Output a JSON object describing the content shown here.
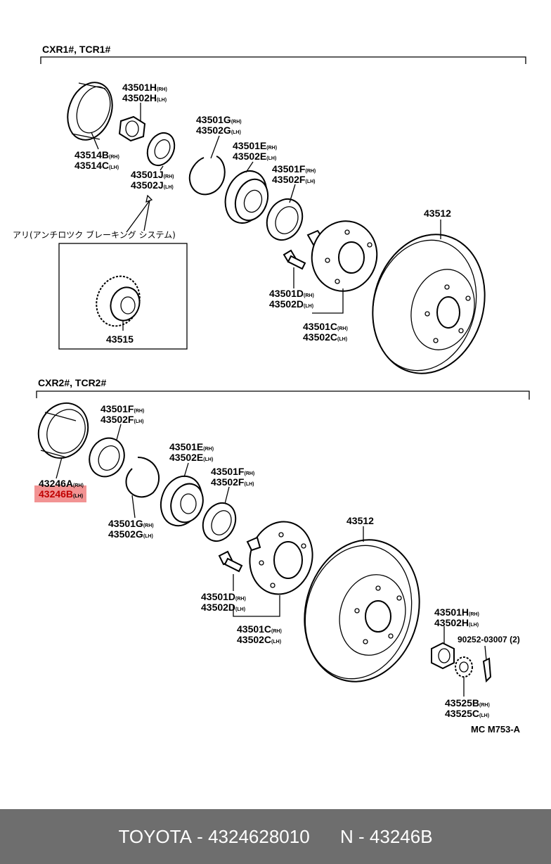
{
  "sections": [
    {
      "heading": "CXR1#, TCR1#"
    },
    {
      "heading": "CXR2#, TCR2#"
    }
  ],
  "callouts": {
    "s1_cap": {
      "line1": "43501H",
      "side1": "(RH)",
      "line2": "43502H",
      "side2": "(LH)"
    },
    "s1_cover": {
      "line1": "43514B",
      "side1": "(RH)",
      "line2": "43514C",
      "side2": "(LH)"
    },
    "s1_snap": {
      "line1": "43501G",
      "side1": "(RH)",
      "line2": "43502G",
      "side2": "(LH)"
    },
    "s1_bearing": {
      "line1": "43501E",
      "side1": "(RH)",
      "line2": "43502E",
      "side2": "(LH)"
    },
    "s1_seal": {
      "line1": "43501F",
      "side1": "(RH)",
      "line2": "43502F",
      "side2": "(LH)"
    },
    "s1_nut": {
      "line1": "43501J",
      "side1": "(RH)",
      "line2": "43502J",
      "side2": "(LH)"
    },
    "s1_disc": {
      "line1": "43512"
    },
    "s1_bolt": {
      "line1": "43501D",
      "side1": "(RH)",
      "line2": "43502D",
      "side2": "(LH)"
    },
    "s1_hub": {
      "line1": "43501C",
      "side1": "(RH)",
      "line2": "43502C",
      "side2": "(LH)"
    },
    "s1_rotor": {
      "line1": "43515"
    },
    "s2_seal_a": {
      "line1": "43501F",
      "side1": "(RH)",
      "line2": "43502F",
      "side2": "(LH)"
    },
    "s2_cover": {
      "line1": "43246A",
      "side1": "(RH)",
      "line2": "43246B",
      "side2": "(LH)"
    },
    "s2_bearing": {
      "line1": "43501E",
      "side1": "(RH)",
      "line2": "43502E",
      "side2": "(LH)"
    },
    "s2_seal_b": {
      "line1": "43501F",
      "side1": "(RH)",
      "line2": "43502F",
      "side2": "(LH)"
    },
    "s2_snap": {
      "line1": "43501G",
      "side1": "(RH)",
      "line2": "43502G",
      "side2": "(LH)"
    },
    "s2_disc": {
      "line1": "43512"
    },
    "s2_bolt": {
      "line1": "43501D",
      "side1": "(RH)",
      "line2": "43502D",
      "side2": "(LH)"
    },
    "s2_hub": {
      "line1": "43501C",
      "side1": "(RH)",
      "line2": "43502C",
      "side2": "(LH)"
    },
    "s2_nut": {
      "line1": "43501H",
      "side1": "(RH)",
      "line2": "43502H",
      "side2": "(LH)"
    },
    "s2_pin": {
      "line1": "90252-03007 (2)"
    },
    "s2_lock": {
      "line1": "43525B",
      "side1": "(RH)",
      "line2": "43525C",
      "side2": "(LH)"
    }
  },
  "abs_label": "アリ(アンチロツク ブレーキング システム)",
  "figure_code": "MC M753-A",
  "highlight_color": "#f08080",
  "footer": {
    "brand": "TOYOTA",
    "part_number": "4324628010",
    "ref": "N - 43246B",
    "separator": " - "
  }
}
